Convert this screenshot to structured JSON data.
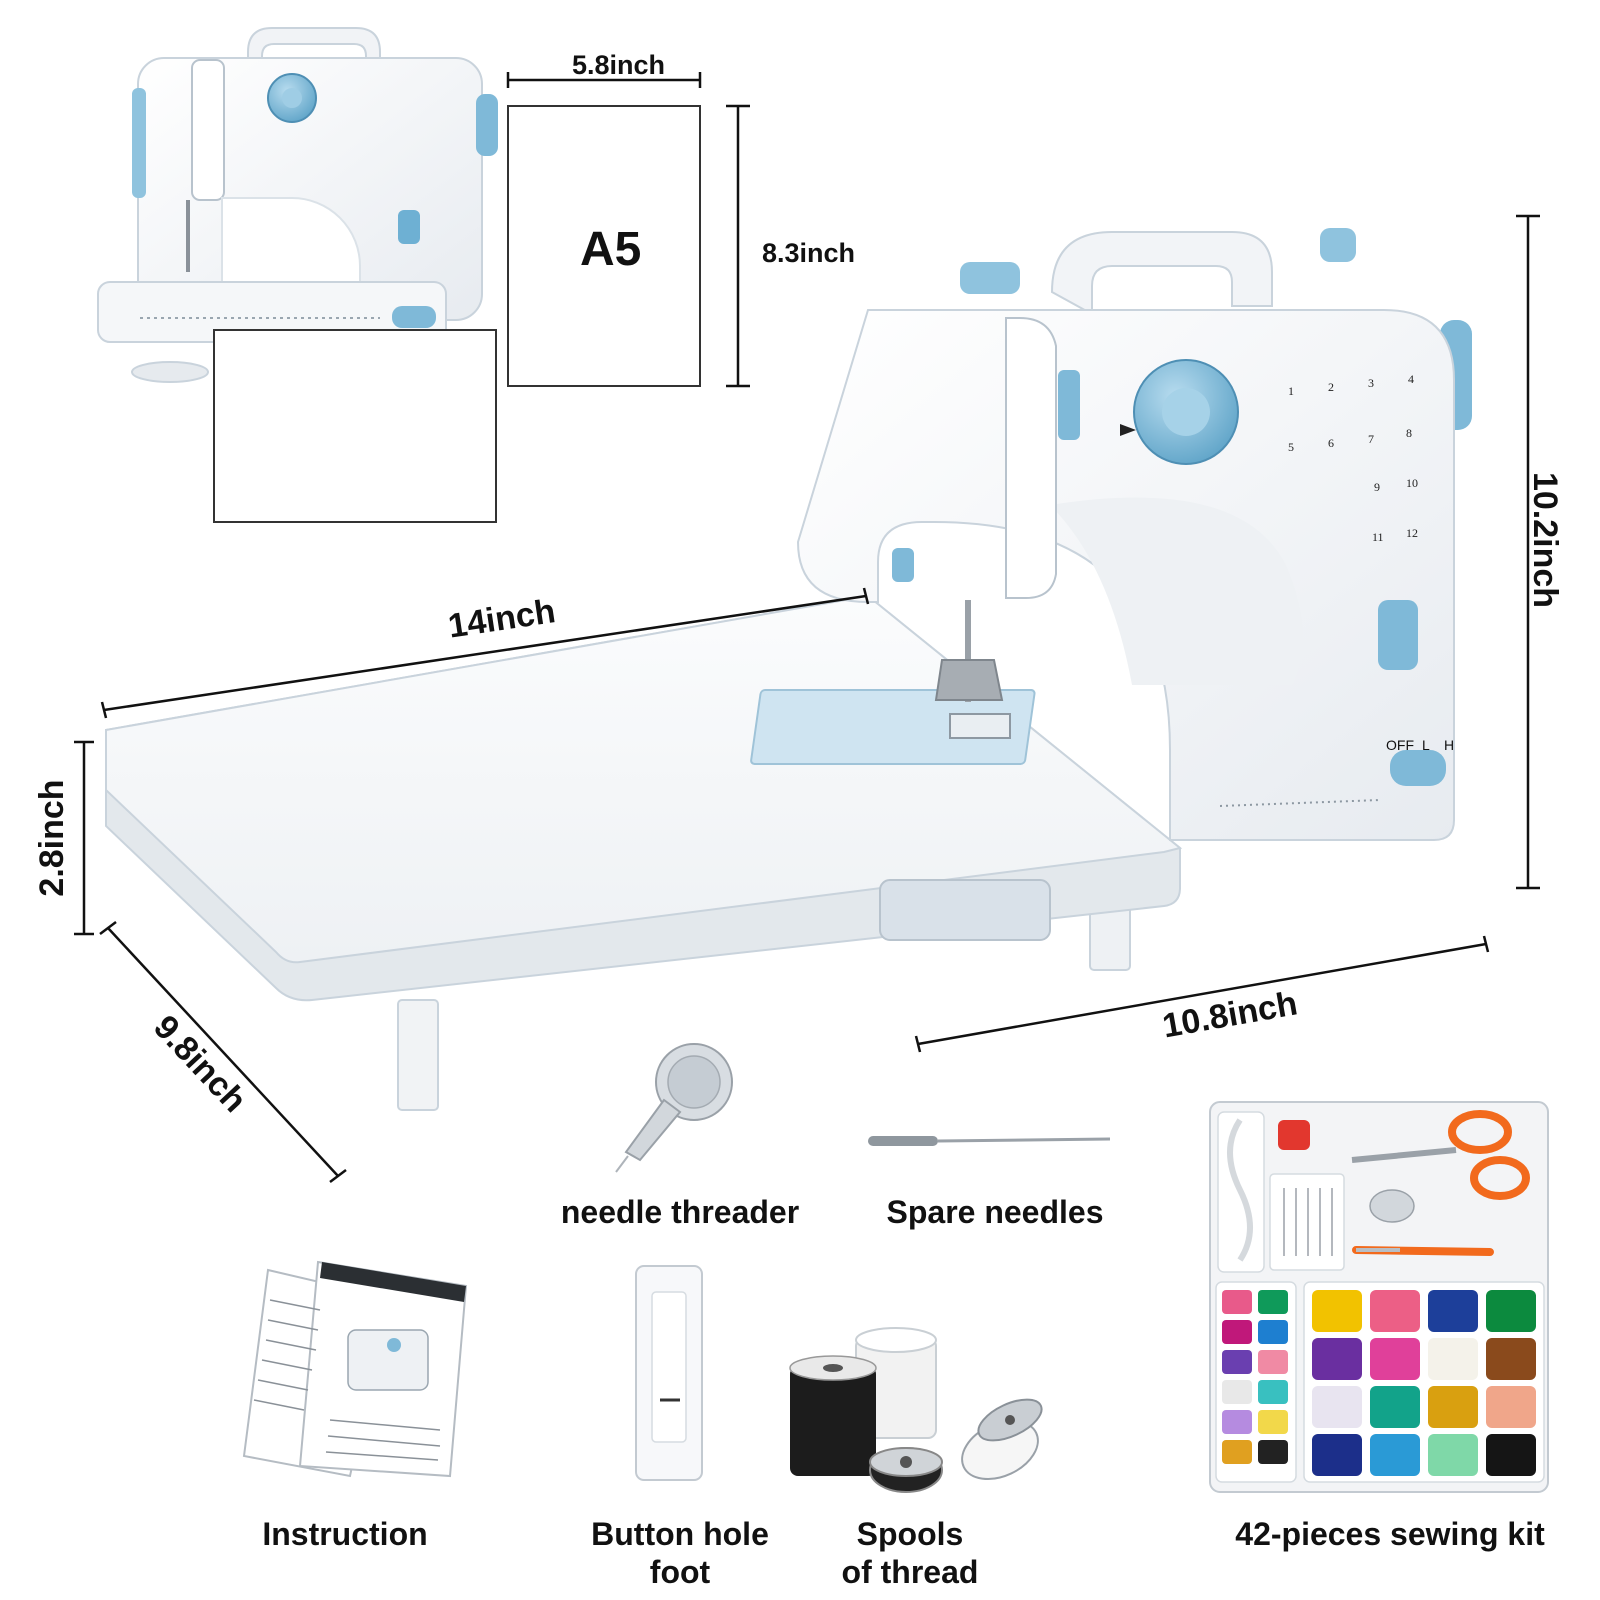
{
  "dimensions": {
    "a5_width": "5.8inch",
    "a5_height": "8.3inch",
    "a5_label": "A5",
    "table_length": "14inch",
    "table_height": "2.8inch",
    "table_depth": "9.8inch",
    "machine_length": "10.8inch",
    "machine_height": "10.2inch"
  },
  "accessories": {
    "needle_threader": "needle threader",
    "spare_needles": "Spare needles",
    "instruction": "Instruction",
    "button_hole_foot_line1": "Button hole",
    "button_hole_foot_line2": "foot",
    "spools_line1": "Spools",
    "spools_line2": "of thread",
    "sewing_kit": "42-pieces sewing kit"
  },
  "machine_panel": {
    "switch_labels": [
      "OFF",
      "L",
      "H"
    ],
    "stitch_numbers": [
      "1",
      "2",
      "3",
      "4",
      "5",
      "6",
      "7",
      "8",
      "9",
      "10",
      "11",
      "12"
    ]
  },
  "colors": {
    "accent_blue": "#7fb9d8",
    "machine_white": "#f4f6f9",
    "outline": "#c9d3dc",
    "scissor_orange": "#f26a1d"
  }
}
